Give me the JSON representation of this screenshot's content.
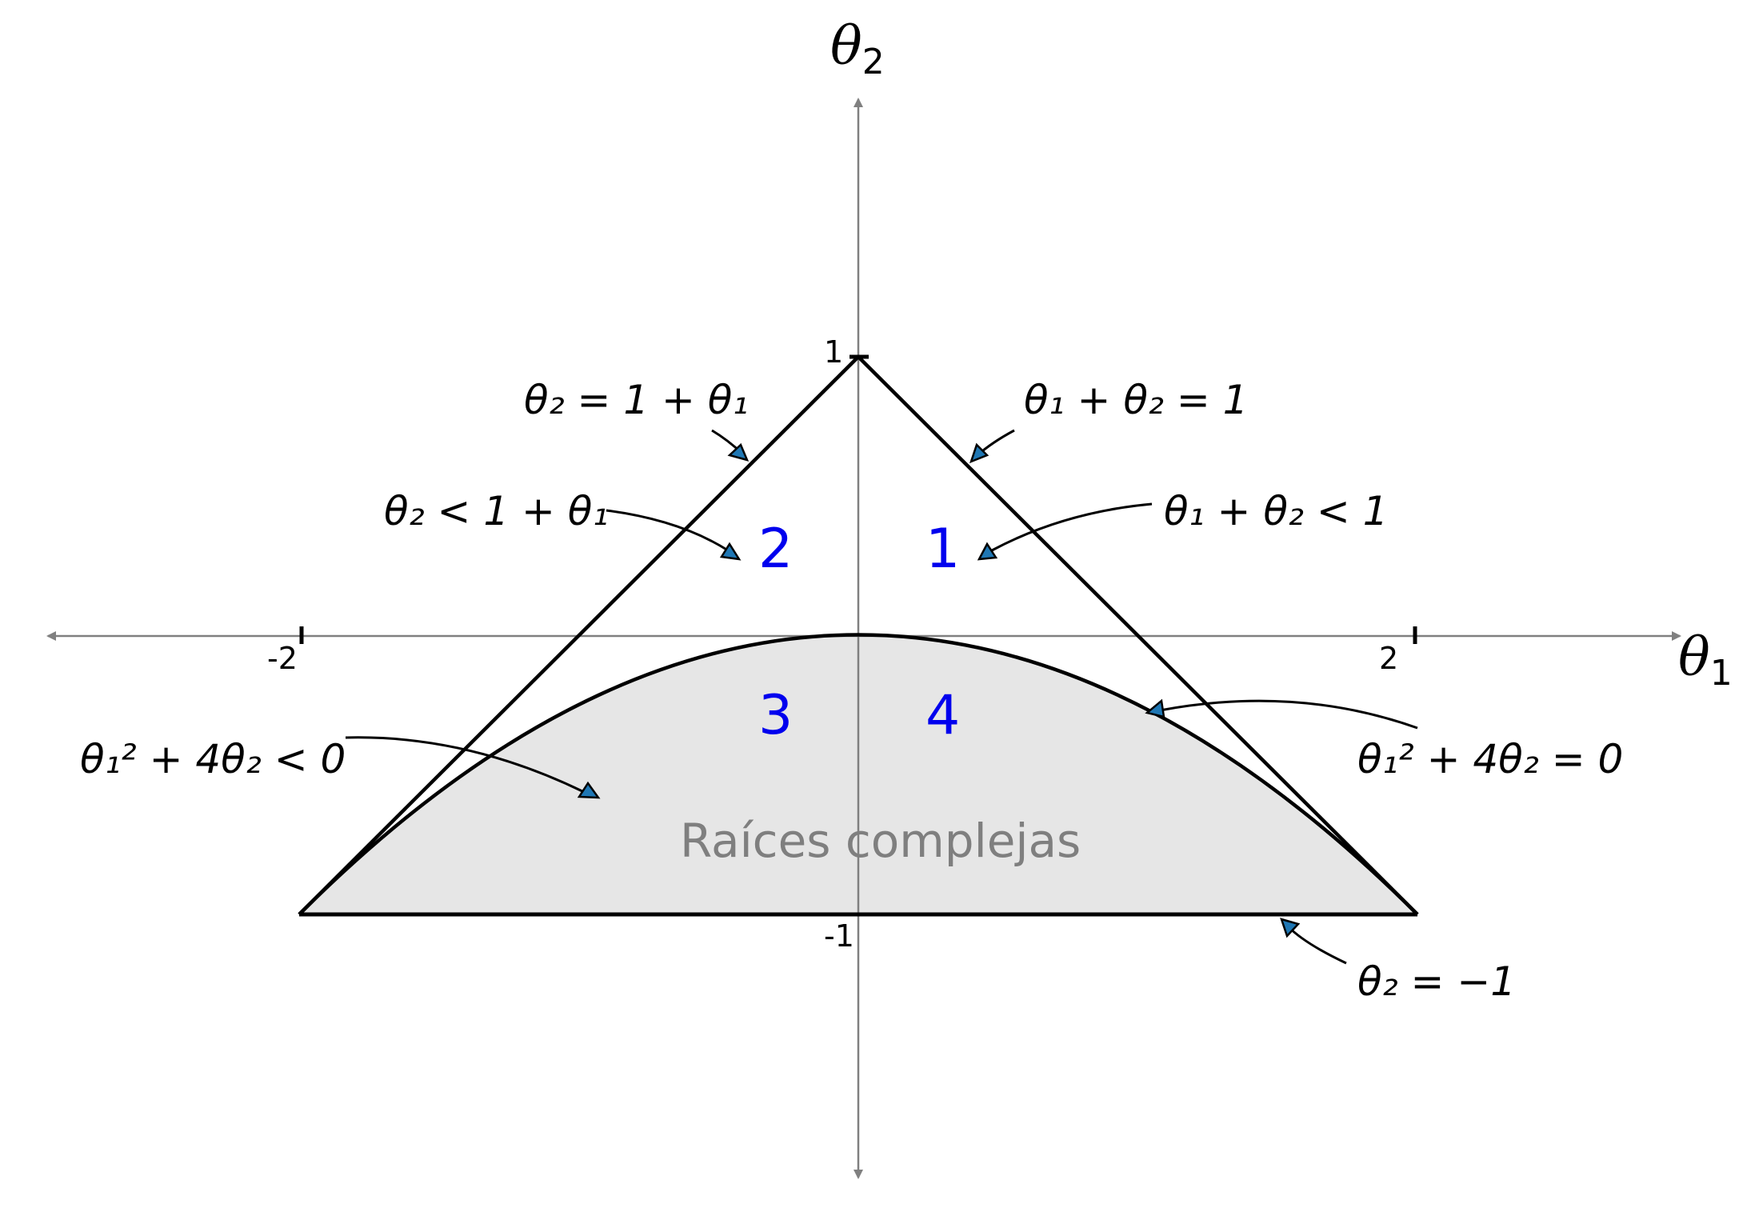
{
  "axes": {
    "x_label": "θ",
    "x_label_sub": "1",
    "y_label": "θ",
    "y_label_sub": "2",
    "x_ticks": [
      "-2",
      "2"
    ],
    "y_ticks": [
      "1",
      "-1"
    ]
  },
  "regions": [
    "1",
    "2",
    "3",
    "4"
  ],
  "shaded_label": "Raíces complejas",
  "annotations": {
    "left_boundary": "θ₂ = 1 + θ₁",
    "right_boundary": "θ₁ + θ₂ = 1",
    "left_inequality": "θ₂ < 1 + θ₁",
    "right_inequality": "θ₁ + θ₂ < 1",
    "parabola_inequality": "θ₁² + 4θ₂ < 0",
    "parabola_equation": "θ₁² + 4θ₂ = 0",
    "bottom_boundary": "θ₂ = −1"
  },
  "colors": {
    "axis": "#808080",
    "boundary": "#000000",
    "shade": "#e6e6e6",
    "region_label": "#0000ee",
    "arrow_head": "#1f77b4"
  }
}
